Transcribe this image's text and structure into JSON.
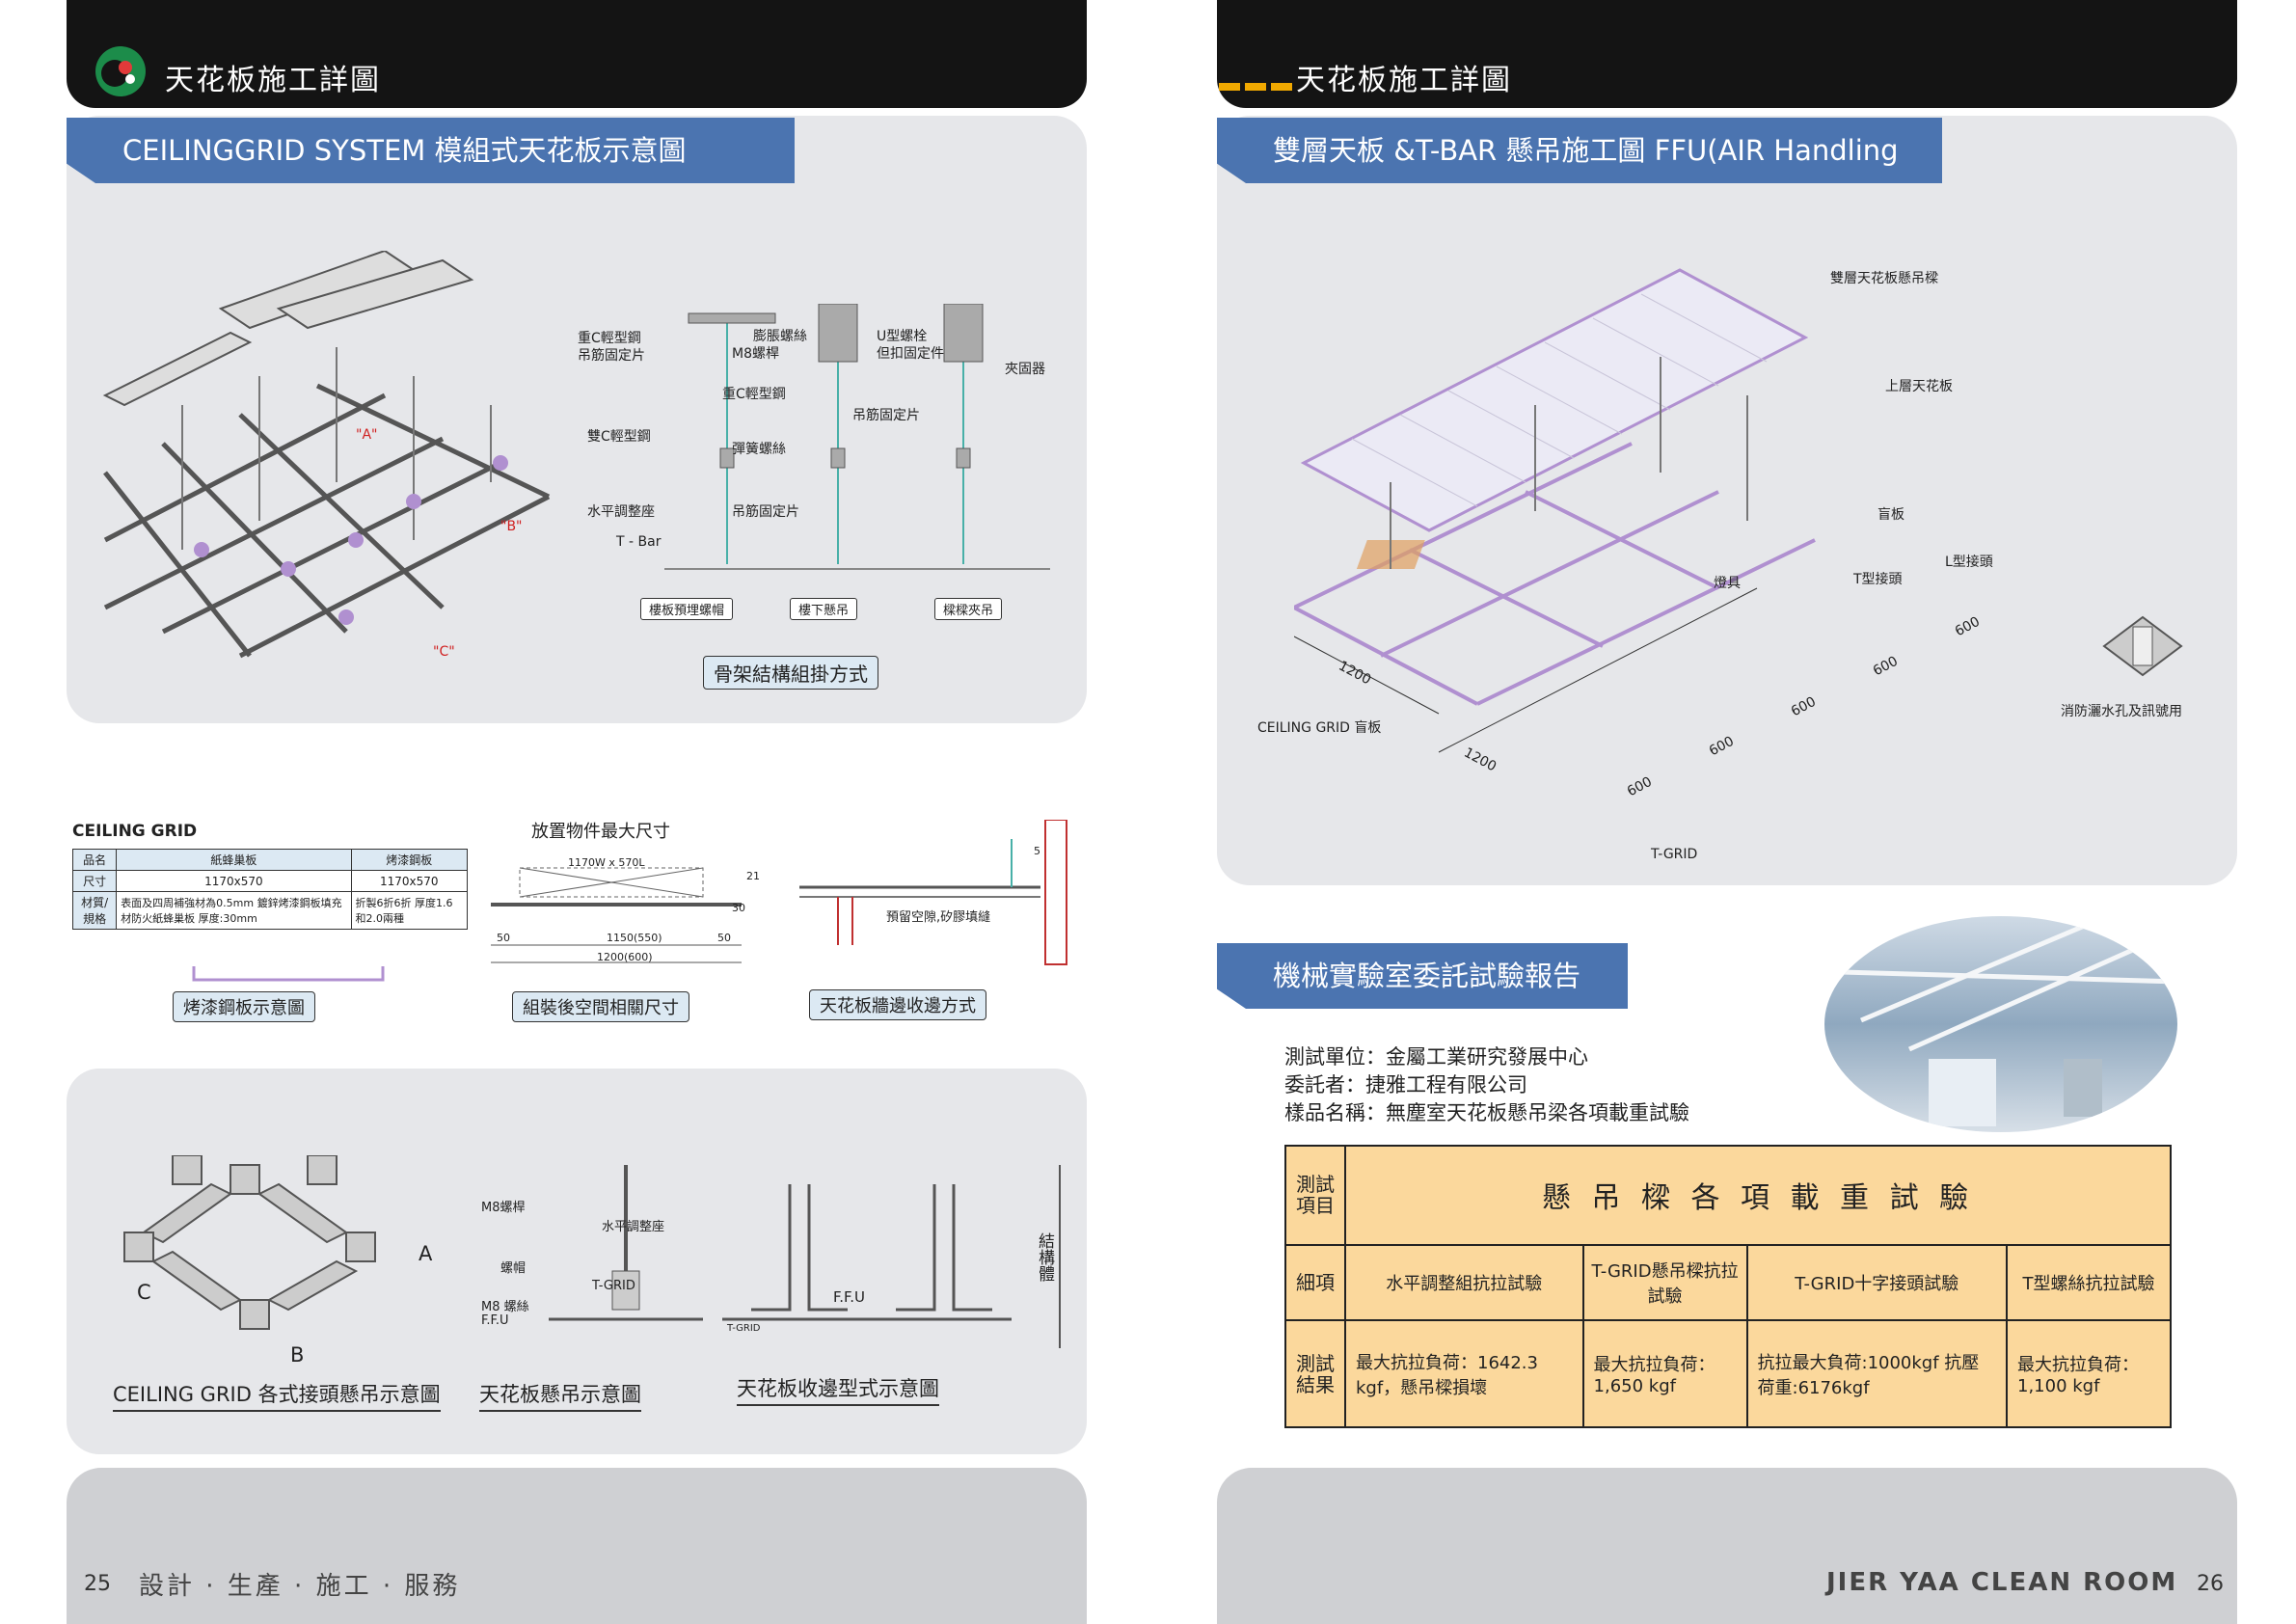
{
  "left": {
    "header_title": "天花板施工詳圖",
    "section1_title": "CEILINGGRID SYSTEM 模組式天花板示意圖",
    "grid_markers": [
      "\"A\"",
      "\"B\"",
      "\"C\""
    ],
    "hanger_labels": {
      "l1": "重C輕型鋼",
      "l2": "吊筋固定片",
      "l3": "膨脹螺絲",
      "l4": "M8螺桿",
      "l5": "U型螺栓",
      "l6": "但扣固定件",
      "l7": "夾固器",
      "l8": "重C輕型鋼",
      "l9": "吊筋固定片",
      "l10": "雙C輕型鋼",
      "l11": "彈簧螺絲",
      "l12": "水平調整座",
      "l13": "吊筋固定片",
      "l14": "T - Bar"
    },
    "method_buttons": [
      "樓板預埋螺帽",
      "樓下懸吊",
      "樑樑夾吊"
    ],
    "frame_caption": "骨架結構組掛方式",
    "ceiling_grid_heading": "CEILING GRID",
    "spec_table": {
      "head": [
        "品名",
        "紙蜂巢板",
        "烤漆鋼板"
      ],
      "size": [
        "尺寸",
        "1170x570",
        "1170x570"
      ],
      "material_label": "材質/規格",
      "material_a": "表面及四周補強材為0.5mm 鍍鋅烤漆鋼板填充材防火紙蜂巢板 厚度:30mm",
      "material_b": "折製6折6折 厚度1.6和2.0兩種"
    },
    "steel_caption": "烤漆鋼板示意圖",
    "space_title": "放置物件最大尺寸",
    "space_dims": {
      "d1": "1170W x 570L",
      "d2": "21",
      "d3": "30",
      "d4": "50",
      "d5": "1150(550)",
      "d6": "50",
      "d7": "1200(600)"
    },
    "space_caption": "組裝後空間相關尺寸",
    "edge_dims": {
      "e1": "5",
      "e2": "預留空隙,矽膠填縫"
    },
    "edge_caption": "天花板牆邊收邊方式",
    "joint_letters": [
      "A",
      "B",
      "C"
    ],
    "joint_caption": "CEILING GRID 各式接頭懸吊示意圖",
    "hang_labels": {
      "h1": "M8螺桿",
      "h2": "水平調整座",
      "h3": "螺帽",
      "h4": "T-GRID",
      "h5": "M8 螺絲",
      "h6": "F.F.U"
    },
    "hang_caption": "天花板懸吊示意圖",
    "edge_type_labels": {
      "t1": "F.F.U",
      "t2": "T-GRID",
      "t3": "結構體"
    },
    "edge_type_caption": "天花板收邊型式示意圖",
    "page_number": "25",
    "slogan": "設計 · 生產 · 施工 · 服務"
  },
  "right": {
    "header_title": "天花板施工詳圖",
    "section1_title": "雙層天板 &T-BAR 懸吊施工圖 FFU(AIR Handling Units)",
    "diagram_labels": {
      "r1": "雙層天花板懸吊樑",
      "r2": "上層天花板",
      "r3": "盲板",
      "r4": "L型接頭",
      "r5": "T型接頭",
      "r6": "燈具",
      "r7": "消防灑水孔及訊號用",
      "r8": "CEILING GRID 盲板",
      "r9": "T-GRID"
    },
    "diagram_dims": [
      "1200",
      "1200",
      "600",
      "600",
      "600",
      "600",
      "600"
    ],
    "section2_title": "機械實驗室委託試驗報告",
    "lab_info": [
      "測試單位：金屬工業研究發展中心",
      "委託者：捷雅工程有限公司",
      "樣品名稱：無塵室天花板懸吊梁各項載重試驗"
    ],
    "test_table": {
      "row1_label": "測試項目",
      "row1_title": "懸 吊 樑 各 項 載 重 試 驗",
      "row2_label": "細項",
      "items": [
        "水平調整組抗拉試驗",
        "T-GRID懸吊樑抗拉試驗",
        "T-GRID十字接頭試驗",
        "T型螺絲抗拉試驗"
      ],
      "row3_label": "測試結果",
      "results": [
        "最大抗拉負荷：1642.3 kgf，懸吊樑損壞",
        "最大抗拉負荷：1,650 kgf",
        "抗拉最大負荷:1000kgf 抗壓荷重:6176kgf",
        "最大抗拉負荷：1,100 kgf"
      ]
    },
    "brand": "JIER YAA CLEAN ROOM",
    "page_number": "26"
  },
  "colors": {
    "header": "#141414",
    "tab_blue": "#4b74b0",
    "panel_gray": "#e6e7ea",
    "table_orange": "#fbd89c",
    "accent": "#f0a800",
    "grid_purple": "#b090d0"
  }
}
